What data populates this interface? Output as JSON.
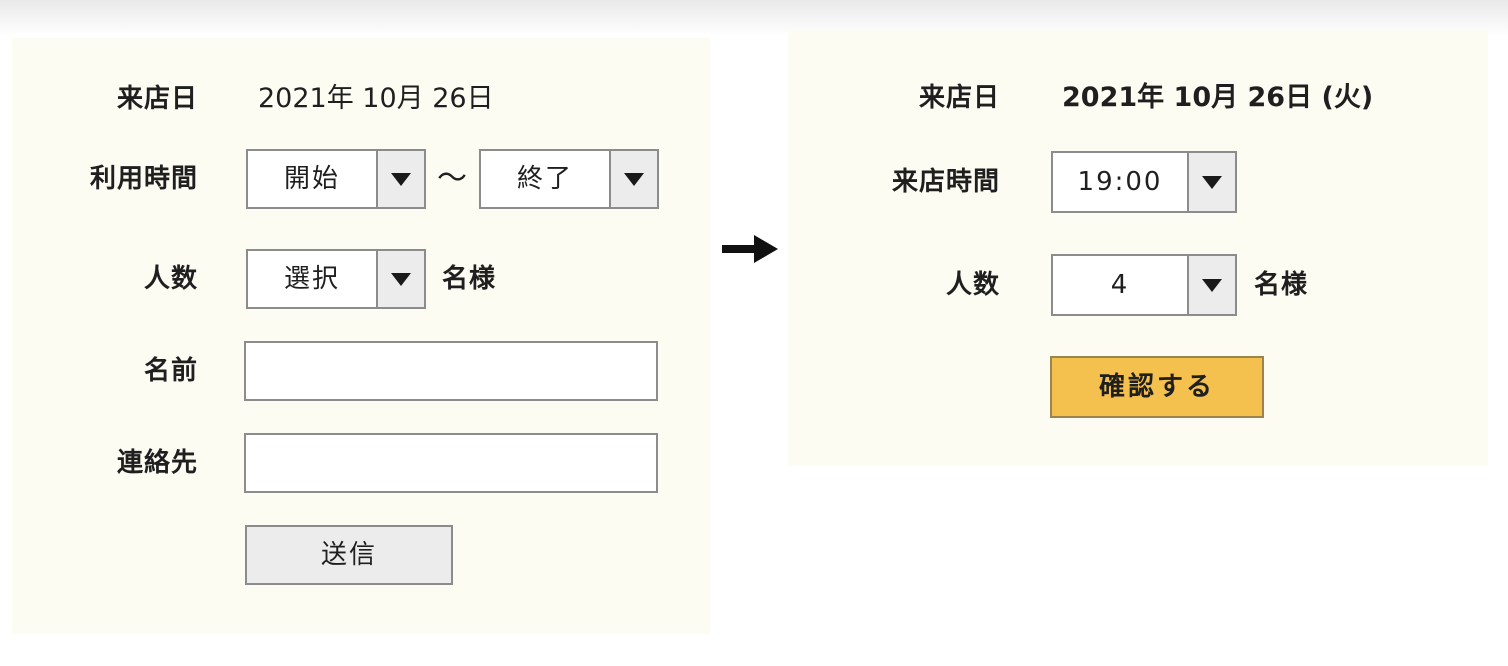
{
  "left_form": {
    "visit_date": {
      "label": "来店日",
      "value": "2021年 10月 26日"
    },
    "usage_time": {
      "label": "利用時間",
      "start": "開始",
      "separator": "～",
      "end": "終了"
    },
    "party_size": {
      "label": "人数",
      "select": "選択",
      "suffix": "名様"
    },
    "name": {
      "label": "名前",
      "value": ""
    },
    "contact": {
      "label": "連絡先",
      "value": ""
    },
    "submit_label": "送信"
  },
  "right_form": {
    "visit_date": {
      "label": "来店日",
      "value": "2021年 10月 26日 (火)"
    },
    "visit_time": {
      "label": "来店時間",
      "select": "19:00"
    },
    "party_size": {
      "label": "人数",
      "select": "4",
      "suffix": "名様"
    },
    "confirm_label": "確認する"
  },
  "colors": {
    "panel_bg": "#fdfcf3",
    "confirm_button": "#f4c14e",
    "send_button": "#ececec"
  },
  "icons": {
    "transition": "arrow-right-icon",
    "dropdown": "triangle-down-icon"
  }
}
